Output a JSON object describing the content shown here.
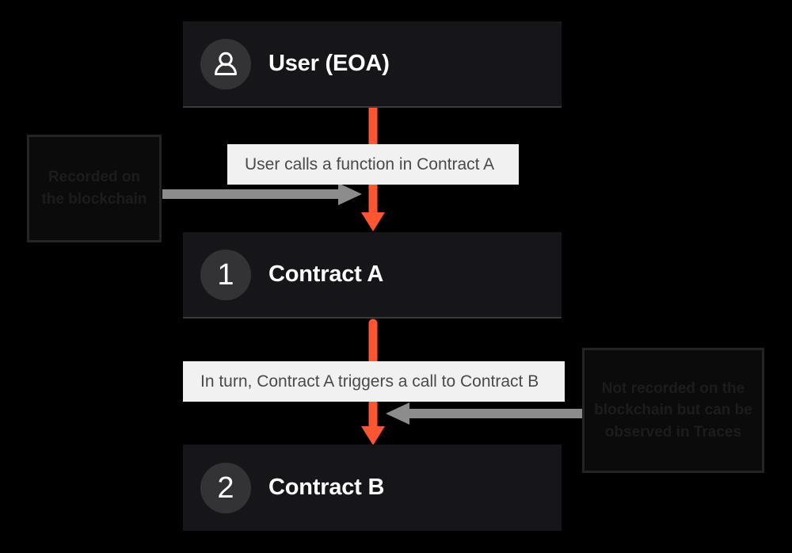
{
  "diagram": {
    "title": "Contract call flow",
    "background_color": "#000000",
    "accent_color": "#ff5533",
    "node_color": "#16161a",
    "message_color": "#f1f1f1"
  },
  "nodes": [
    {
      "id": "user",
      "badge_kind": "person-icon",
      "badge_text": "",
      "label": "User (EOA)"
    },
    {
      "id": "contract-a",
      "badge_kind": "number",
      "badge_text": "1",
      "label": "Contract A"
    },
    {
      "id": "contract-b",
      "badge_kind": "number",
      "badge_text": "2",
      "label": "Contract B"
    }
  ],
  "messages": [
    {
      "id": "msg-1",
      "text": "User calls a function in Contract A"
    },
    {
      "id": "msg-2",
      "text": "In turn, Contract A triggers a call to Contract B"
    }
  ],
  "annotations": [
    {
      "id": "annot-left",
      "lines": [
        "Recorded",
        "on the",
        "blockchain"
      ],
      "text": "Recorded on the blockchain"
    },
    {
      "id": "annot-right",
      "lines": [
        "Not recorded on the",
        "blockchain but can",
        "be observed in",
        "Traces"
      ],
      "text": "Not recorded on the blockchain but can be observed in Traces"
    }
  ],
  "connectors": [
    {
      "id": "flow-user-to-a",
      "color": "#ff5533",
      "direction": "down"
    },
    {
      "id": "flow-a-to-b",
      "color": "#ff5533",
      "direction": "down"
    },
    {
      "id": "pointer-left",
      "color": "#8c8c8c",
      "direction": "right"
    },
    {
      "id": "pointer-right",
      "color": "#8c8c8c",
      "direction": "left"
    }
  ]
}
